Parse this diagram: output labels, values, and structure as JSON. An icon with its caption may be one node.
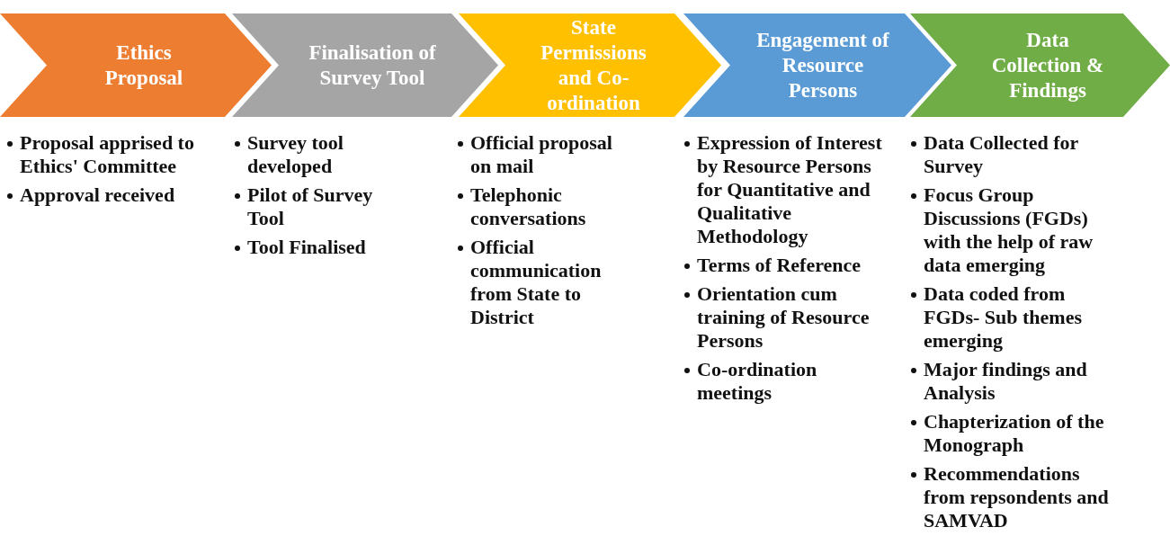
{
  "diagram": {
    "nodes": [
      {
        "text": [
          "Ethics Proposal"
        ],
        "beside": [
          "Proposal apprised to Ethics' Committee",
          "Approval received"
        ]
      },
      {
        "text": [
          "Finalisation of Survey Tool"
        ],
        "beside": [
          "Survey tool developed",
          "Pilot of Survey Tool",
          "Tool Finalised"
        ]
      },
      {
        "text": [
          "State Permissions and Co-ordination"
        ],
        "beside": [
          "Official proposal on  mail",
          "Telephonic conversations",
          "Official communication from State to District"
        ]
      },
      {
        "text": [
          "Engagement of Resource Persons"
        ],
        "beside": [
          "Expression of Interest by Resource Persons for Quantitative and Qualitative Methodology",
          "Terms of Reference",
          "Orientation cum training of Resource Persons",
          "Co-ordination meetings"
        ]
      },
      {
        "text": [
          "Data Collection & Findings"
        ],
        "beside": [
          "Data Collected  for Survey",
          "Focus Group Discussions (FGDs) with the help of raw data emerging",
          "Data coded from FGDs- Sub themes emerging",
          "Major findings and Analysis",
          "Chapterization of the Monograph",
          "Recommendations from repsondents and SAMVAD"
        ]
      }
    ]
  }
}
